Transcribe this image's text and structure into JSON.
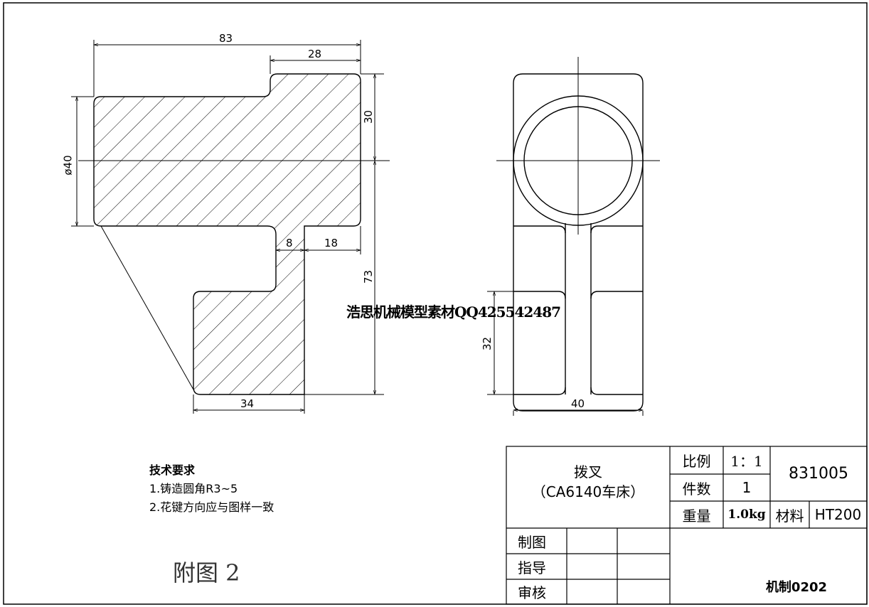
{
  "drawing": {
    "dimensions": {
      "overall_length": "83",
      "top_step": "28",
      "half_height": "30",
      "diameter": "ø40",
      "neck_width": "8",
      "neck_offset": "18",
      "total_height": "73",
      "lower_width": "34",
      "side_lower_height": "32",
      "side_width": "40"
    },
    "watermark": "浩思机械模型素材QQ425542487",
    "figure_label": "附图 2"
  },
  "notes": {
    "title": "技术要求",
    "items": [
      "1.铸造圆角R3~5",
      "2.花键方向应与图样一致"
    ]
  },
  "title_block": {
    "part_name": "拨叉",
    "part_subtitle": "（CA6140车床）",
    "scale_label": "比例",
    "scale_value": "1：1",
    "quantity_label": "件数",
    "quantity_value": "1",
    "weight_label": "重量",
    "weight_value": "1.0kg",
    "material_label": "材料",
    "material_value": "HT200",
    "drawing_number": "831005",
    "drawn_by_label": "制图",
    "guided_by_label": "指导",
    "checked_by_label": "审核",
    "class_code": "机制0202"
  }
}
